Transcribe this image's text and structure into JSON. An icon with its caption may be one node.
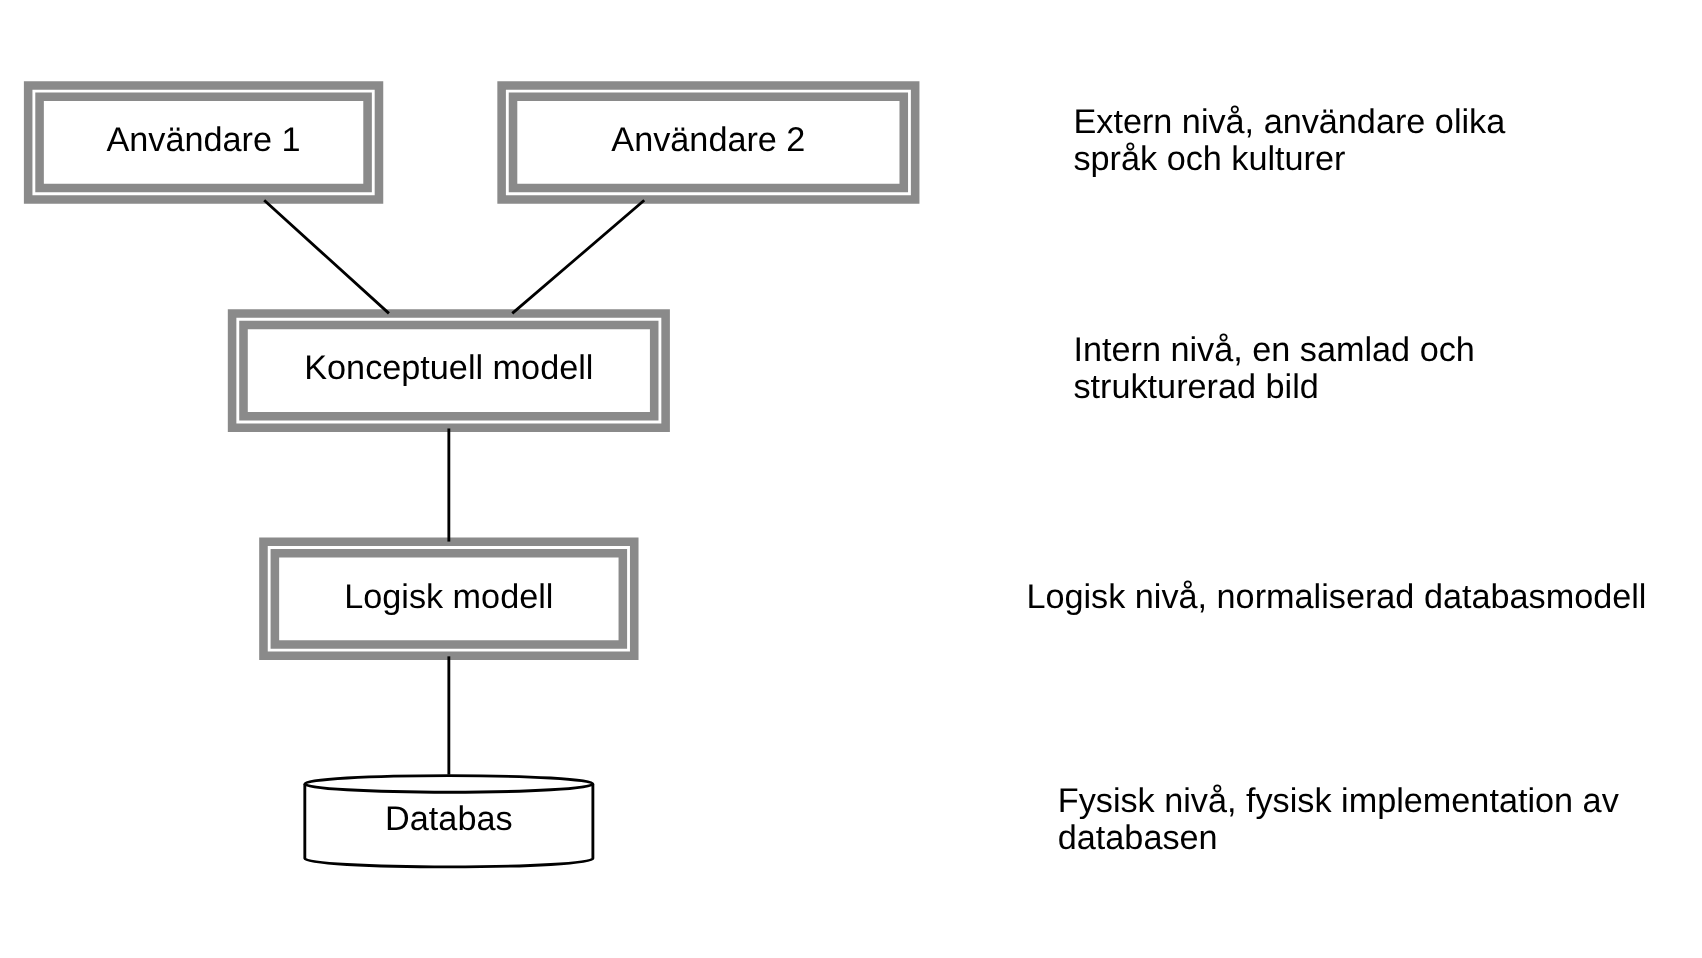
{
  "diagram": {
    "nodes": [
      {
        "text": [
          "Användare 1"
        ]
      },
      {
        "text": [
          "Användare 2"
        ]
      },
      {
        "text": [
          "Konceptuell modell"
        ]
      },
      {
        "text": [
          "Logisk modell"
        ]
      },
      {
        "text": [
          "Databas"
        ]
      }
    ],
    "edges": [
      {
        "from": 0,
        "to": 2,
        "arrow": "none"
      },
      {
        "from": 1,
        "to": 2,
        "arrow": "none"
      },
      {
        "from": 2,
        "to": 3,
        "arrow": "none"
      },
      {
        "from": 3,
        "to": 4,
        "arrow": "none"
      }
    ],
    "labels": [
      "Extern nivå, användare olika språk och kulturer",
      "Intern nivå, en samlad och strukturerad bild",
      "Logisk nivå, normaliserad databasmodell",
      "Fysisk nivå, fysisk implementation av databasen"
    ]
  }
}
